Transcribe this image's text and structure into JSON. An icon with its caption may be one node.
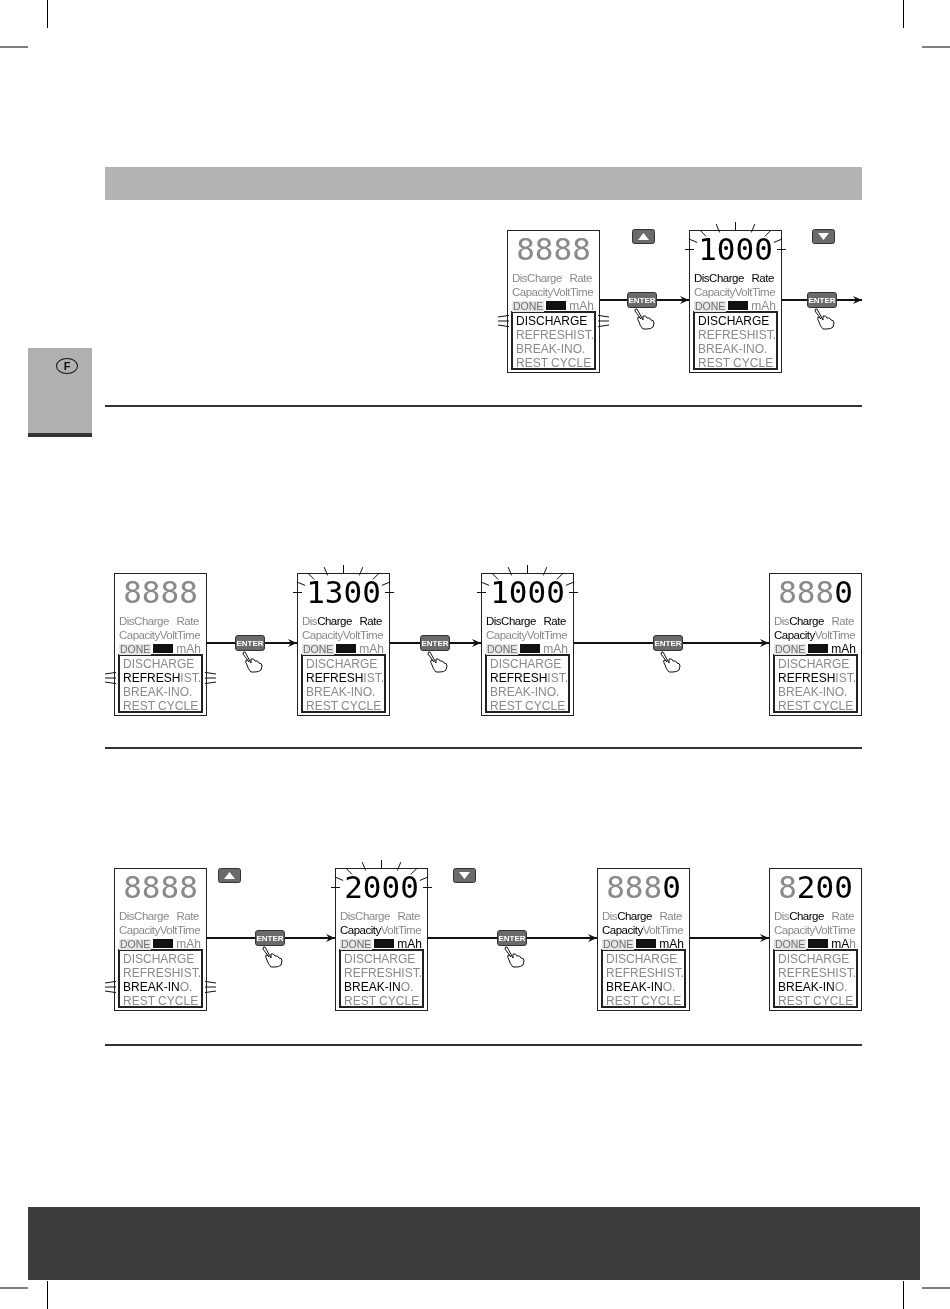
{
  "diagram": {
    "nodes": [
      {
        "text": [
          "8888",
          "DisCharge Rate",
          "CapacityVoltTime",
          "DONE",
          "mAh",
          "**DISCHARGE**",
          "REFRESHIST.",
          "BREAK-INO.",
          "REST CYCLE"
        ]
      },
      {
        "text": [
          "**1000**",
          "**DisCharge Rate**",
          "CapacityVoltTime",
          "DONE",
          "mAh",
          "**DISCHARGE**",
          "REFRESHIST.",
          "BREAK-INO.",
          "REST CYCLE"
        ]
      },
      {
        "text": [
          "8888",
          "DisCharge Rate",
          "CapacityVoltTime",
          "DONE",
          "mAh",
          "DISCHARGE",
          "**REFRESH**IST.",
          "BREAK-INO.",
          "REST CYCLE"
        ]
      },
      {
        "text": [
          "**1300**",
          "Dis**Charge Rate**",
          "CapacityVoltTime",
          "DONE",
          "mAh",
          "DISCHARGE",
          "**REFRESH**IST.",
          "BREAK-INO.",
          "REST CYCLE"
        ]
      },
      {
        "text": [
          "**1000**",
          "**DisCharge Rate**",
          "CapacityVoltTime",
          "DONE",
          "mAh",
          "DISCHARGE",
          "**REFRESH**IST.",
          "BREAK-INO.",
          "REST CYCLE"
        ]
      },
      {
        "text": [
          "888**0**",
          "Dis**Charge** Rate",
          "**Capacity**VoltTime",
          "DONE",
          "**mAh**",
          "DISCHARGE",
          "**REFRESH**IST.",
          "BREAK-INO.",
          "REST CYCLE"
        ]
      },
      {
        "text": [
          "8888",
          "DisCharge Rate",
          "CapacityVoltTime",
          "DONE",
          "mAh",
          "DISCHARGE",
          "REFRESHIST.",
          "**BREAK-IN**O.",
          "REST CYCLE"
        ]
      },
      {
        "text": [
          "**2000**",
          "DisCharge Rate",
          "**Capacity**VoltTime",
          "DONE",
          "**mAh**",
          "DISCHARGE",
          "REFRESHIST.",
          "**BREAK-IN**O.",
          "REST CYCLE"
        ]
      },
      {
        "text": [
          "888**0**",
          "Dis**Charge** Rate",
          "**Capacity**VoltTime",
          "DONE",
          "**mAh**",
          "DISCHARGE",
          "REFRESHIST.",
          "**BREAK-IN**O.",
          "REST CYCLE"
        ]
      },
      {
        "text": [
          "8**200**",
          "Dis**Charge** Rate",
          "CapacityVoltTime",
          "DONE",
          "**mA**h",
          "DISCHARGE",
          "REFRESHIST.",
          "**BREAK-IN**O.",
          "REST CYCLE"
        ]
      }
    ],
    "edges": [
      {
        "from": 0,
        "to": 1,
        "arrow": "to",
        "label": "ENTER"
      },
      {
        "from": 1,
        "to": null,
        "arrow": "to",
        "label": "ENTER"
      },
      {
        "from": 2,
        "to": 3,
        "arrow": "to",
        "label": "ENTER"
      },
      {
        "from": 3,
        "to": 4,
        "arrow": "to",
        "label": "ENTER"
      },
      {
        "from": 4,
        "to": 5,
        "arrow": "to",
        "label": "ENTER"
      },
      {
        "from": 6,
        "to": 7,
        "arrow": "to",
        "label": "ENTER"
      },
      {
        "from": 7,
        "to": 8,
        "arrow": "to",
        "label": "ENTER"
      },
      {
        "from": 8,
        "to": 9,
        "arrow": "to"
      }
    ],
    "labels": [
      "F"
    ]
  }
}
